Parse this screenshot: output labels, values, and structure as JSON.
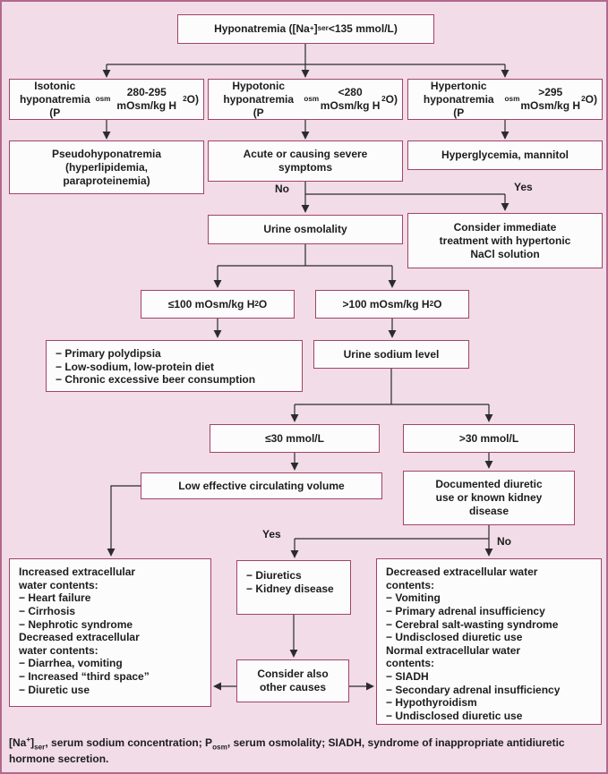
{
  "colors": {
    "bg": "#f1dce7",
    "frame": "#b2688c",
    "boxborder": "#a04468",
    "boxfill": "#fdfcfd",
    "line": "#2b2b2b",
    "text": "#1d1d1d"
  },
  "chart": {
    "root": "Hyponatremia ([Na^+^]~ser~ <135 mmol/L)",
    "isotonic": "Isotonic hyponatremia\n(P~osm~ 280-295 mOsm/kg H~2~O)",
    "hypotonic": "Hypotonic hyponatremia\n(P~osm~ <280 mOsm/kg H~2~O)",
    "hypertonic": "Hypertonic hyponatremia\n(P~osm~ >295 mOsm/kg H~2~O)",
    "pseudohyponatremia": "Pseudohyponatremia\n(hyperlipidemia,\nparaproteinemia)",
    "acute_severe": "Acute or causing severe\nsymptoms",
    "hyperglycemia": "Hyperglycemia, mannitol",
    "urine_osmolality": "Urine osmolality",
    "consider_immediate": "Consider immediate\ntreatment with hypertonic\nNaCl solution",
    "osm_low": "≤100 mOsm/kg H~2~O",
    "osm_high": ">100 mOsm/kg H~2~O",
    "polydipsia_items": [
      "− Primary polydipsia",
      "− Low-sodium, low-protein diet",
      "− Chronic excessive beer consumption"
    ],
    "urine_sodium": "Urine sodium level",
    "na_low": "≤30 mmol/L",
    "na_high": ">30 mmol/L",
    "low_volume": "Low effective circulating volume",
    "documented_diuretic": "Documented diuretic\nuse or known kidney\ndisease",
    "increased_box": {
      "header1": "Increased extracellular\nwater contents:",
      "items1": [
        "− Heart failure",
        "− Cirrhosis",
        "− Nephrotic syndrome"
      ],
      "header2": "Decreased extracellular\nwater contents:",
      "items2": [
        "− Diarrhea, vomiting",
        "− Increased “third space”",
        "− Diuretic use"
      ]
    },
    "diuretics_box_items": [
      "− Diuretics",
      "− Kidney disease"
    ],
    "decreased_box": {
      "header1": "Decreased extracellular water\ncontents:",
      "items1": [
        "− Vomiting",
        "− Primary adrenal insufficiency",
        "− Cerebral salt-wasting syndrome",
        "− Undisclosed diuretic use"
      ],
      "header2": "Normal extracellular water\ncontents:",
      "items2": [
        "− SIADH",
        "− Secondary adrenal insufficiency",
        "− Hypothyroidism",
        "− Undisclosed diuretic use"
      ]
    },
    "consider_other": "Consider also\nother causes",
    "labels": {
      "no_severe": "No",
      "yes_severe": "Yes",
      "yes_diuretic": "Yes",
      "no_diuretic": "No"
    },
    "footnote": "[Na^+^]~ser~, serum sodium concentration; P~osm~, serum osmolality; SIADH, syndrome of inappropriate antidiuretic hormone secretion."
  }
}
